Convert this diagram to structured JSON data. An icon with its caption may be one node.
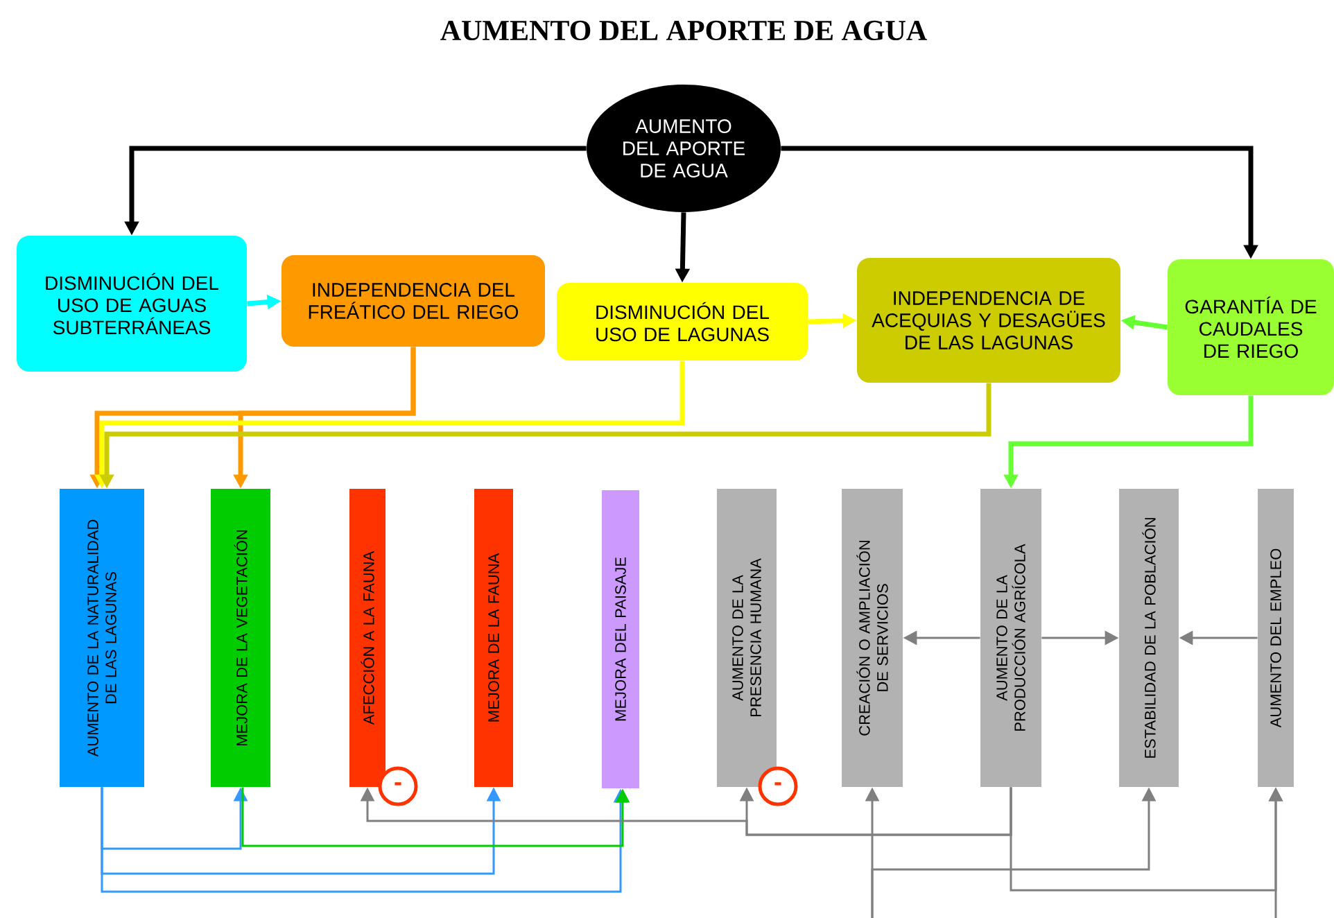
{
  "diagram": {
    "title": "AUMENTO DEL APORTE DE AGUA",
    "nodes": [
      {
        "text": [
          "AUMENTO DEL APORTE DE AGUA"
        ]
      },
      {
        "text": [
          "DISMINUCIÓN DEL USO DE AGUAS SUBTERRÁNEAS"
        ]
      },
      {
        "text": [
          "INDEPENDENCIA DEL FREÁTICO DEL RIEGO"
        ]
      },
      {
        "text": [
          "DISMINUCIÓN DEL USO DE LAGUNAS"
        ]
      },
      {
        "text": [
          "INDEPENDENCIA DE ACEQUIAS Y DESAGÜES DE LAS LAGUNAS"
        ]
      },
      {
        "text": [
          "GARANTÍA DE CAUDALES DE RIEGO"
        ]
      },
      {
        "text": [
          "AUMENTO DE LA NATURALIDAD DE LAS LAGUNAS"
        ]
      },
      {
        "text": [
          "MEJORA DE LA VEGETACIÓN"
        ]
      },
      {
        "text": [
          "AFECCIÓN A LA FAUNA"
        ]
      },
      {
        "text": [
          "MEJORA DE LA FAUNA"
        ]
      },
      {
        "text": [
          "MEJORA DEL PAISAJE"
        ]
      },
      {
        "text": [
          "AUMENTO DE LA PRESENCIA HUMANA"
        ]
      },
      {
        "text": [
          "CREACIÓN O AMPLIACIÓN DE SERVICIOS"
        ]
      },
      {
        "text": [
          "AUMENTO DE LA PRODUCCIÓN AGRÍCOLA"
        ]
      },
      {
        "text": [
          "ESTABILIDAD DE LA POBLACIÓN"
        ]
      },
      {
        "text": [
          "AUMENTO DEL EMPLEO"
        ]
      }
    ],
    "edges": [
      {
        "from": 0,
        "to": 1,
        "arrow": "to",
        "style": "thick",
        "color": "#000000"
      },
      {
        "from": 0,
        "to": 3,
        "arrow": "to",
        "style": "thick",
        "color": "#000000"
      },
      {
        "from": 0,
        "to": 5,
        "arrow": "to",
        "style": "thick",
        "color": "#000000"
      },
      {
        "from": 1,
        "to": 2,
        "arrow": "to",
        "style": "thick",
        "color": "#00ffff"
      },
      {
        "from": 3,
        "to": 4,
        "arrow": "to",
        "style": "thick",
        "color": "#ffff00"
      },
      {
        "from": 5,
        "to": 4,
        "arrow": "to",
        "style": "thick",
        "color": "#66ff33"
      },
      {
        "from": 2,
        "to": 6,
        "arrow": "to",
        "style": "thick",
        "color": "#ff9900"
      },
      {
        "from": 2,
        "to": 7,
        "arrow": "to",
        "style": "thick",
        "color": "#ff9900"
      },
      {
        "from": 3,
        "to": 6,
        "arrow": "to",
        "style": "thick",
        "color": "#ffff00"
      },
      {
        "from": 4,
        "to": 6,
        "arrow": "to",
        "style": "thick",
        "color": "#cccc00"
      },
      {
        "from": 5,
        "to": 13,
        "arrow": "to",
        "style": "thick",
        "color": "#66ff33"
      },
      {
        "from": 13,
        "to": 12,
        "arrow": "to"
      },
      {
        "from": 13,
        "to": 14,
        "arrow": "to"
      },
      {
        "from": 15,
        "to": 14,
        "arrow": "to"
      },
      {
        "from": 6,
        "to": 7,
        "arrow": "to",
        "color": "#3399ff"
      },
      {
        "from": 6,
        "to": 9,
        "arrow": "to",
        "color": "#3399ff"
      },
      {
        "from": 6,
        "to": 10,
        "arrow": "to",
        "color": "#3399ff"
      },
      {
        "from": 7,
        "to": 10,
        "arrow": "to",
        "color": "#00cc00"
      },
      {
        "from": 13,
        "to": 11,
        "arrow": "to"
      },
      {
        "from": 13,
        "to": 8,
        "arrow": "to"
      },
      {
        "from": null,
        "to": 12,
        "arrow": "to"
      },
      {
        "from": null,
        "to": 14,
        "arrow": "to"
      },
      {
        "from": 13,
        "to": 15,
        "arrow": "to"
      },
      {
        "from": null,
        "to": 15,
        "arrow": "to"
      }
    ],
    "labels": [
      "-",
      "-"
    ]
  }
}
